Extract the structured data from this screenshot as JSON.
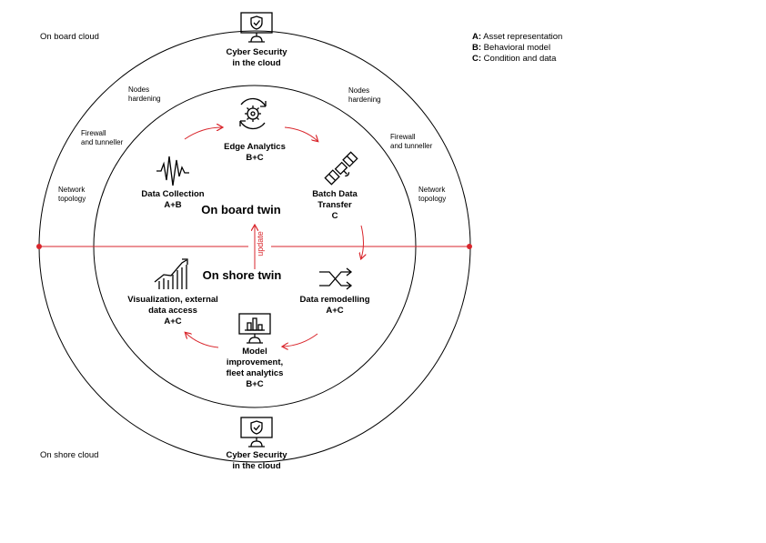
{
  "regions": {
    "on_board_cloud": "On board cloud",
    "on_shore_cloud": "On shore cloud"
  },
  "legend": [
    {
      "key": "A:",
      "text": "Asset representation"
    },
    {
      "key": "B:",
      "text": "Behavioral model"
    },
    {
      "key": "C:",
      "text": "Condition and data"
    }
  ],
  "cyber_top": {
    "line1": "Cyber Security",
    "line2": "in the cloud"
  },
  "cyber_bottom": {
    "line1": "Cyber Security",
    "line2": "in the cloud"
  },
  "security_labels": {
    "nodes_left": {
      "line1": "Nodes",
      "line2": "hardening"
    },
    "nodes_right": {
      "line1": "Nodes",
      "line2": "hardening"
    },
    "firewall_left": {
      "line1": "Firewall",
      "line2": "and tunneller"
    },
    "firewall_right": {
      "line1": "Firewall",
      "line2": "and tunneller"
    },
    "network_left": {
      "line1": "Network",
      "line2": "topology"
    },
    "network_right": {
      "line1": "Network",
      "line2": "topology"
    }
  },
  "nodes": {
    "edge_analytics": {
      "line1": "Edge Analytics",
      "line2": "B+C"
    },
    "data_collection": {
      "line1": "Data Collection",
      "line2": "A+B"
    },
    "batch_transfer": {
      "line1": "Batch Data",
      "line2": "Transfer",
      "line3": "C"
    },
    "data_remodelling": {
      "line1": "Data remodelling",
      "line2": "A+C"
    },
    "visualization": {
      "line1": "Visualization, external",
      "line2": "data access",
      "line3": "A+C"
    },
    "model_improvement": {
      "line1": "Model",
      "line2": "improvement,",
      "line3": "fleet analytics",
      "line4": "B+C"
    }
  },
  "twins": {
    "on_board": "On board twin",
    "on_shore": "On shore twin"
  },
  "update_label": "update",
  "colors": {
    "accent": "#d9262c",
    "line": "#000000"
  },
  "icons": [
    "monitor-shield-icon",
    "gear-sync-icon",
    "waveform-icon",
    "satellite-icon",
    "shuffle-icon",
    "bar-growth-icon",
    "monitor-chart-icon"
  ]
}
